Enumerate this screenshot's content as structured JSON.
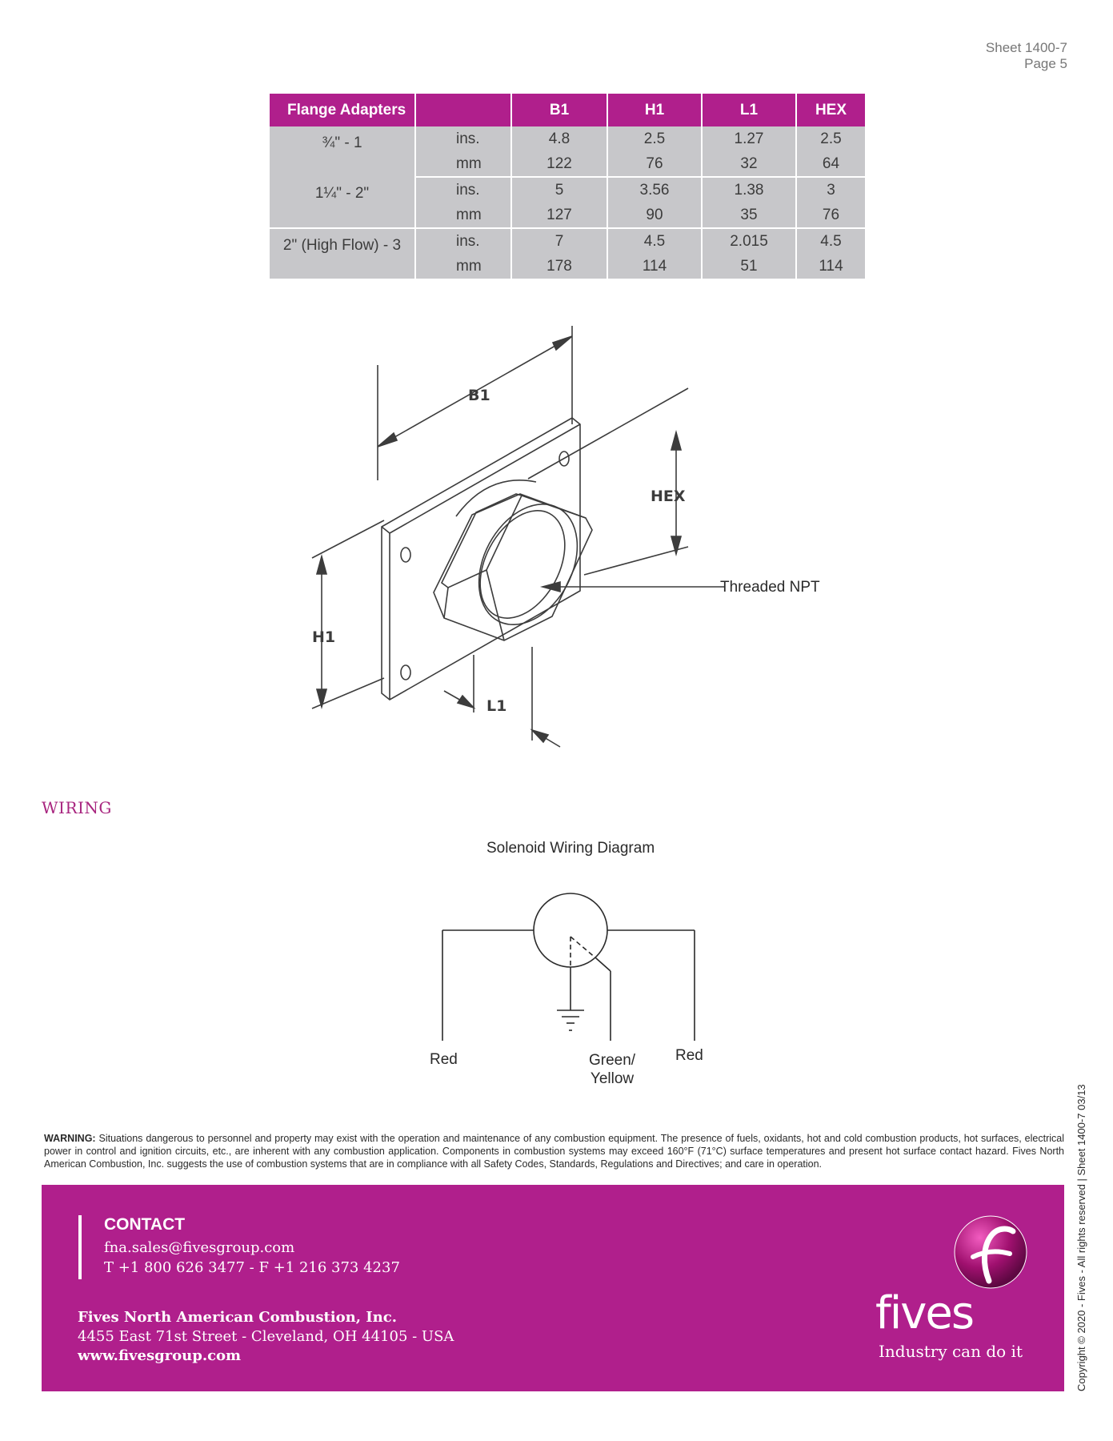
{
  "header": {
    "sheet": "Sheet 1400-7",
    "page": "Page 5"
  },
  "table": {
    "headers": [
      "Flange Adapters",
      "",
      "B1",
      "H1",
      "L1",
      "HEX"
    ],
    "groups": [
      {
        "size": "¾\" - 1",
        "rows": [
          {
            "unit": "ins.",
            "b1": "4.8",
            "h1": "2.5",
            "l1": "1.27",
            "hex": "2.5"
          },
          {
            "unit": "mm",
            "b1": "122",
            "h1": "76",
            "l1": "32",
            "hex": "64"
          }
        ]
      },
      {
        "size": "1¼\" - 2\"",
        "rows": [
          {
            "unit": "ins.",
            "b1": "5",
            "h1": "3.56",
            "l1": "1.38",
            "hex": "3"
          },
          {
            "unit": "mm",
            "b1": "127",
            "h1": "90",
            "l1": "35",
            "hex": "76"
          }
        ]
      },
      {
        "size": "2\" (High Flow) - 3",
        "rows": [
          {
            "unit": "ins.",
            "b1": "7",
            "h1": "4.5",
            "l1": "2.015",
            "hex": "4.5"
          },
          {
            "unit": "mm",
            "b1": "178",
            "h1": "114",
            "l1": "51",
            "hex": "114"
          }
        ]
      }
    ]
  },
  "flange_diagram": {
    "b1": "B1",
    "hex": "HEX",
    "h1": "H1",
    "l1": "L1",
    "npt": "Threaded NPT"
  },
  "wiring": {
    "section_title": "WIRING",
    "diagram_title": "Solenoid Wiring Diagram",
    "left_wire": "Red",
    "right_wire": "Red",
    "ground_wire_line1": "Green/",
    "ground_wire_line2": "Yellow"
  },
  "warning": {
    "label": "WARNING:",
    "text": " Situations dangerous to personnel and property may exist with the operation and maintenance of any combustion equipment. The presence of fuels, oxidants, hot and cold combustion products, hot surfaces, electrical power in control and ignition circuits, etc., are inherent with any combustion application. Components in combustion systems may exceed 160°F (71°C) surface temperatures and present hot surface contact hazard. Fives North American Combustion, Inc. suggests the use of combustion systems that are in compliance with all Safety Codes, Standards, Regulations and Directives; and care in operation."
  },
  "footer": {
    "contact_title": "CONTACT",
    "email": "fna.sales@fivesgroup.com",
    "phone": "T +1 800 626 3477 - F +1 216 373 4237",
    "company": "Fives North American Combustion, Inc.",
    "address": "4455 East 71st Street - Cleveland, OH 44105 - USA",
    "website": "www.fivesgroup.com",
    "brand": "fives",
    "tagline": "Industry can do it"
  },
  "copyright": "Copyright © 2020 - Fives - All rights reserved | Sheet 1400-7 03/13",
  "colors": {
    "brand": "#b01f8c",
    "table_cell": "#c7c7ca"
  }
}
